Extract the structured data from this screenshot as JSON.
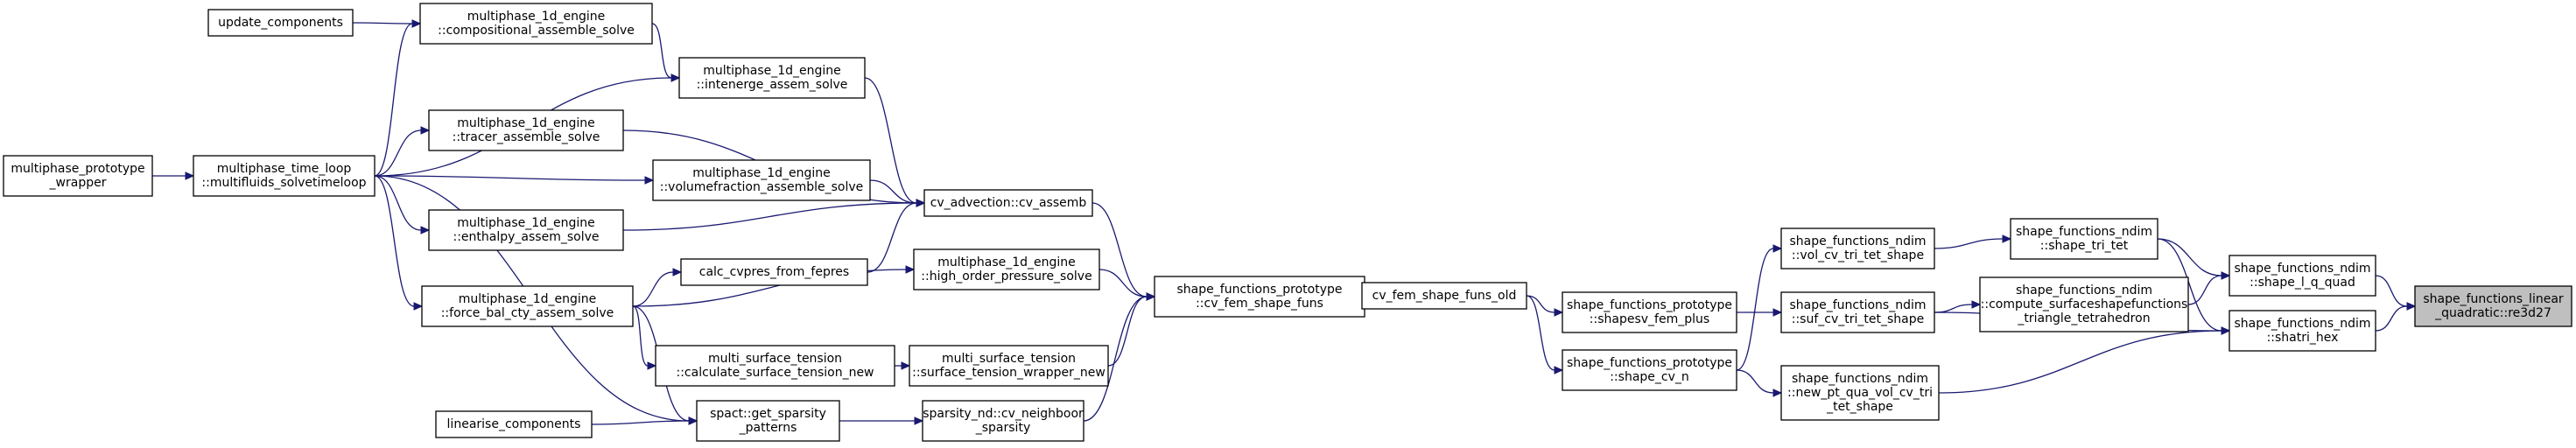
{
  "graph": {
    "type": "call-graph",
    "edge_color": "#191970",
    "root_fill": "#bfbfbf",
    "nodes": [
      {
        "id": "n_update",
        "lines": [
          "update_components"
        ],
        "root": false
      },
      {
        "id": "n_comp",
        "lines": [
          "multiphase_1d_engine",
          "::compositional_assemble_solve"
        ],
        "root": false
      },
      {
        "id": "n_interg",
        "lines": [
          "multiphase_1d_engine",
          "::intenerge_assem_solve"
        ],
        "root": false
      },
      {
        "id": "n_tracer",
        "lines": [
          "multiphase_1d_engine",
          "::tracer_assemble_solve"
        ],
        "root": false
      },
      {
        "id": "n_volfrac",
        "lines": [
          "multiphase_1d_engine",
          "::volumefraction_assemble_solve"
        ],
        "root": false
      },
      {
        "id": "n_enthalpy",
        "lines": [
          "multiphase_1d_engine",
          "::enthalpy_assem_solve"
        ],
        "root": false
      },
      {
        "id": "n_wrapper",
        "lines": [
          "multiphase_prototype",
          "_wrapper"
        ],
        "root": false
      },
      {
        "id": "n_timeloop",
        "lines": [
          "multiphase_time_loop",
          "::multifluids_solvetimeloop"
        ],
        "root": false
      },
      {
        "id": "n_cvassemb",
        "lines": [
          "cv_advection::cv_assemb"
        ],
        "root": false
      },
      {
        "id": "n_calccv",
        "lines": [
          "calc_cvpres_from_fepres"
        ],
        "root": false
      },
      {
        "id": "n_forcebal",
        "lines": [
          "multiphase_1d_engine",
          "::force_bal_cty_assem_solve"
        ],
        "root": false
      },
      {
        "id": "n_highorder",
        "lines": [
          "multiphase_1d_engine",
          "::high_order_pressure_solve"
        ],
        "root": false
      },
      {
        "id": "n_mst_calc",
        "lines": [
          "multi_surface_tension",
          "::calculate_surface_tension_new"
        ],
        "root": false
      },
      {
        "id": "n_mst_wrap",
        "lines": [
          "multi_surface_tension",
          "::surface_tension_wrapper_new"
        ],
        "root": false
      },
      {
        "id": "n_linearise",
        "lines": [
          "linearise_components"
        ],
        "root": false
      },
      {
        "id": "n_spact",
        "lines": [
          "spact::get_sparsity",
          "_patterns"
        ],
        "root": false
      },
      {
        "id": "n_sparsity",
        "lines": [
          "sparsity_nd::cv_neighboor",
          "_sparsity"
        ],
        "root": false
      },
      {
        "id": "n_cvfem",
        "lines": [
          "shape_functions_prototype",
          "::cv_fem_shape_funs"
        ],
        "root": false
      },
      {
        "id": "n_cvfemold",
        "lines": [
          "cv_fem_shape_funs_old"
        ],
        "root": false
      },
      {
        "id": "n_shapesv",
        "lines": [
          "shape_functions_prototype",
          "::shapesv_fem_plus"
        ],
        "root": false
      },
      {
        "id": "n_shapecvn",
        "lines": [
          "shape_functions_prototype",
          "::shape_cv_n"
        ],
        "root": false
      },
      {
        "id": "n_volcv",
        "lines": [
          "shape_functions_ndim",
          "::vol_cv_tri_tet_shape"
        ],
        "root": false
      },
      {
        "id": "n_sufcv",
        "lines": [
          "shape_functions_ndim",
          "::suf_cv_tri_tet_shape"
        ],
        "root": false
      },
      {
        "id": "n_newpt",
        "lines": [
          "shape_functions_ndim",
          "::new_pt_qua_vol_cv_tri",
          "_tet_shape"
        ],
        "root": false
      },
      {
        "id": "n_shapetri",
        "lines": [
          "shape_functions_ndim",
          "::shape_tri_tet"
        ],
        "root": false
      },
      {
        "id": "n_compsurf",
        "lines": [
          "shape_functions_ndim",
          "::compute_surfaceshapefunctions",
          "_triangle_tetrahedron"
        ],
        "root": false
      },
      {
        "id": "n_shapelq",
        "lines": [
          "shape_functions_ndim",
          "::shape_l_q_quad"
        ],
        "root": false
      },
      {
        "id": "n_shatri",
        "lines": [
          "shape_functions_ndim",
          "::shatri_hex"
        ],
        "root": false
      },
      {
        "id": "n_root",
        "lines": [
          "shape_functions_linear",
          "_quadratic::re3d27"
        ],
        "root": true
      }
    ]
  }
}
